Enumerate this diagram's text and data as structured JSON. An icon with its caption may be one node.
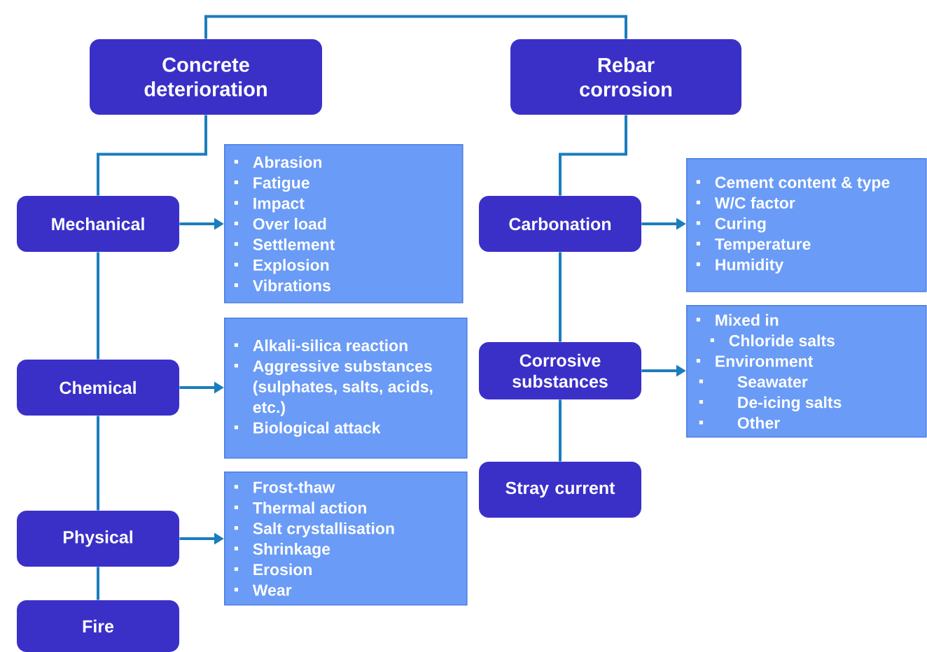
{
  "diagram": {
    "nodes": [
      {
        "text": [
          "Concrete deterioration"
        ]
      },
      {
        "text": [
          "Rebar corrosion"
        ]
      },
      {
        "text": [
          "Mechanical"
        ]
      },
      {
        "text": [
          "Abrasion",
          "Fatigue",
          "Impact",
          "Over load",
          "Settlement",
          "Explosion",
          "Vibrations"
        ]
      },
      {
        "text": [
          "Chemical"
        ]
      },
      {
        "text": [
          "Alkali-silica  reaction",
          "Aggressive substances (sulphates, salts, acids, etc.)",
          "Biological attack"
        ]
      },
      {
        "text": [
          "Physical"
        ]
      },
      {
        "text": [
          "Frost-thaw",
          "Thermal action",
          "Salt crystallisation",
          "Shrinkage",
          "Erosion",
          "Wear"
        ]
      },
      {
        "text": [
          "Fire"
        ]
      },
      {
        "text": [
          "Carbonation"
        ]
      },
      {
        "text": [
          "Cement content & type",
          "W/C factor",
          "Curing",
          "Temperature",
          "Humidity"
        ]
      },
      {
        "text": [
          "Corrosive substances"
        ]
      },
      {
        "text": [
          "Mixed in",
          "Chloride salts",
          "Environment",
          "Seawater",
          "De-icing salts",
          "Other"
        ]
      },
      {
        "text": [
          "Stray current"
        ]
      }
    ],
    "edges": [
      {
        "from": 0,
        "to": 1,
        "arrow": "none"
      },
      {
        "from": 0,
        "to": 2,
        "arrow": "none"
      },
      {
        "from": 2,
        "to": 4,
        "arrow": "none"
      },
      {
        "from": 4,
        "to": 6,
        "arrow": "none"
      },
      {
        "from": 6,
        "to": 8,
        "arrow": "none"
      },
      {
        "from": 2,
        "to": 3,
        "arrow": "to"
      },
      {
        "from": 4,
        "to": 5,
        "arrow": "to"
      },
      {
        "from": 6,
        "to": 7,
        "arrow": "to"
      },
      {
        "from": 1,
        "to": 9,
        "arrow": "none"
      },
      {
        "from": 9,
        "to": 11,
        "arrow": "none"
      },
      {
        "from": 11,
        "to": 13,
        "arrow": "none"
      },
      {
        "from": 9,
        "to": 10,
        "arrow": "to"
      },
      {
        "from": 11,
        "to": 12,
        "arrow": "to"
      }
    ]
  }
}
